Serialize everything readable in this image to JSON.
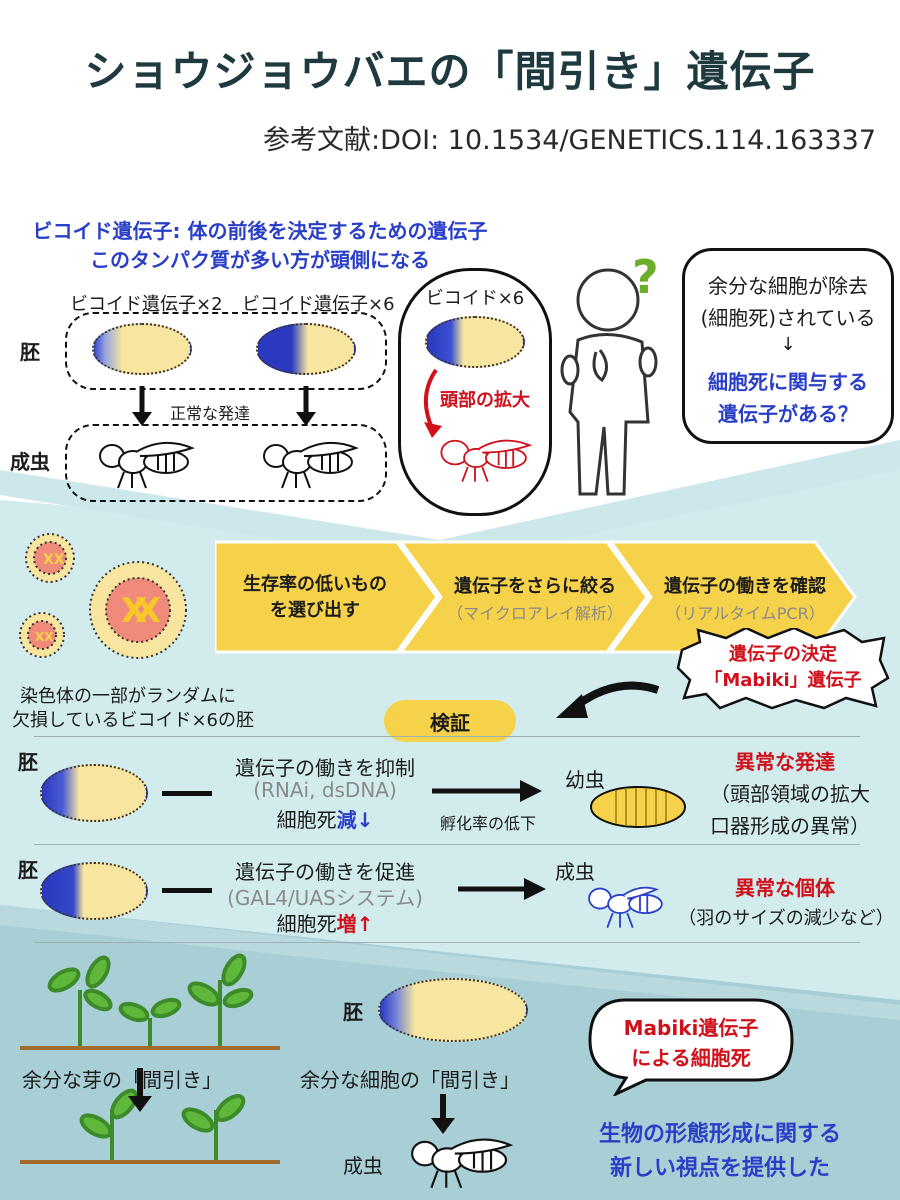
{
  "title": "ショウジョウバエの「間引き」遺伝子",
  "reference": "参考文献:DOI: 10.1534/GENETICS.114.163337",
  "intro": {
    "line1": "ビコイド遺伝子: 体の前後を決定するための遺伝子",
    "line2": "このタンパク質が多い方が頭側になる"
  },
  "comparison": {
    "label_x2": "ビコイド遺伝子×2",
    "label_x6": "ビコイド遺伝子×6",
    "row_embryo": "胚",
    "row_adult": "成虫",
    "normal_dev": "正常な発達"
  },
  "bicoid6_box": {
    "title": "ビコイド×6",
    "head_enlarge": "頭部の拡大"
  },
  "question_mark": "?",
  "thought": {
    "line1": "余分な細胞が除去",
    "line2": "(細胞死)されている",
    "arrow": "↓",
    "line3": "細胞死に関与する",
    "line4": "遺伝子がある？"
  },
  "screening": {
    "caption1": "染色体の一部がランダムに",
    "caption2": "欠損しているビコイド×6の胚",
    "step1_line1": "生存率の低いもの",
    "step1_line2": "を選び出す",
    "step2_main": "遺伝子をさらに絞る",
    "step2_sub": "（マイクロアレイ解析）",
    "step3_main": "遺伝子の働きを確認",
    "step3_sub": "（リアルタイムPCR）",
    "decision1": "遺伝子の決定",
    "decision2": "「Mabiki」遺伝子",
    "verify": "検証"
  },
  "verify_row1": {
    "embryo": "胚",
    "line1": "遺伝子の働きを抑制",
    "line2": "(RNAi, dsDNA)",
    "line3_prefix": "細胞死",
    "line3_em": "減↓",
    "arrow_caption": "孵化率の低下",
    "stage": "幼虫",
    "result_title": "異常な発達",
    "result1": "（頭部領域の拡大",
    "result2": "口器形成の異常）"
  },
  "verify_row2": {
    "embryo": "胚",
    "line1": "遺伝子の働きを促進",
    "line2": "(GAL4/UASシステム)",
    "line3_prefix": "細胞死",
    "line3_em": "増↑",
    "stage": "成虫",
    "result_title": "異常な個体",
    "result1": "（羽のサイズの減少など）"
  },
  "bottom": {
    "sprout_label": "余分な芽の「間引き」",
    "embryo": "胚",
    "cell_label": "余分な細胞の「間引き」",
    "adult": "成虫",
    "bubble1": "Mabiki遺伝子",
    "bubble2": "による細胞死",
    "conclusion1": "生物の形態形成に関する",
    "conclusion2": "新しい視点を提供した"
  },
  "colors": {
    "accent_blue": "#2a3fc7",
    "accent_red": "#d0101a",
    "step_yellow": "#f6d24a",
    "bg_teal": "#c9e6ea",
    "title_dark": "#1f3a3f"
  }
}
